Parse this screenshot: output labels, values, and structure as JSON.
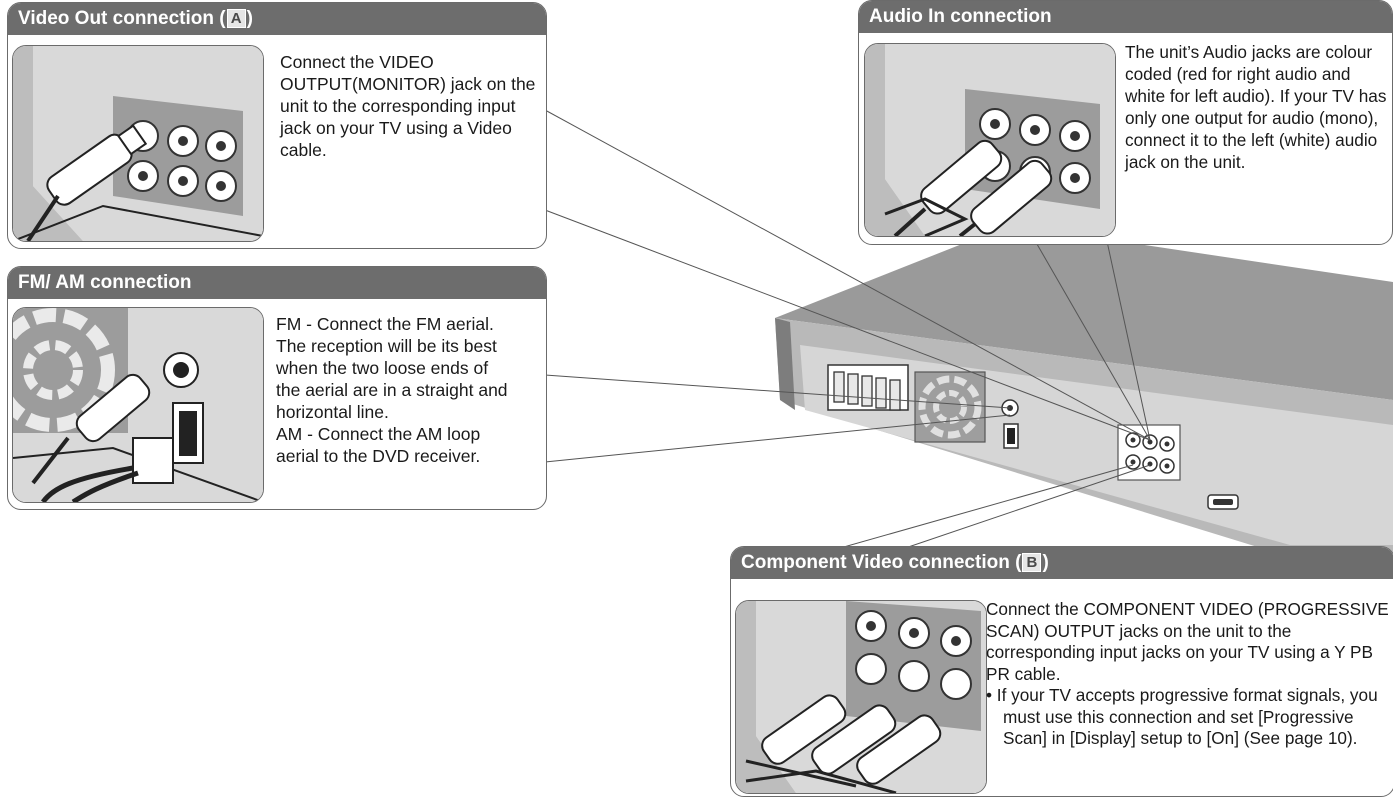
{
  "panels": {
    "video_out": {
      "title": "Video Out connection (",
      "badge": "A",
      "title_end": ")",
      "text": "Connect the VIDEO OUTPUT(MONITOR) jack on the unit to the corresponding input jack on your TV using a Video cable."
    },
    "fm_am": {
      "title": "FM/ AM connection",
      "lines": [
        "FM - Connect the FM aerial.",
        "The reception will be its best",
        "when the two loose ends of",
        "the aerial are in a straight and",
        "horizontal line.",
        "AM - Connect the AM loop",
        "aerial to the DVD receiver."
      ]
    },
    "audio_in": {
      "title": "Audio In connection",
      "text": "The unit’s Audio jacks are colour coded (red for right audio and white for left audio). If your TV has only one output for audio (mono), connect it to the left (white) audio jack on the unit."
    },
    "component": {
      "title": "Component Video connection (",
      "badge": "B",
      "title_end": ")",
      "text": "Connect the COMPONENT VIDEO (PROGRESSIVE SCAN) OUTPUT jacks on the unit to the corresponding input jacks on your TV using a Y PB PR cable.",
      "bullet": "•  If your TV accepts progressive format signals, you must use this connection and set [Progressive Scan] in [Display] setup to [On] (See page 10)."
    }
  },
  "colors": {
    "header_bg": "#6d6d6d",
    "header_text": "#ffffff",
    "border": "#6b6b6b",
    "device_gray": "#8c8c8c"
  }
}
